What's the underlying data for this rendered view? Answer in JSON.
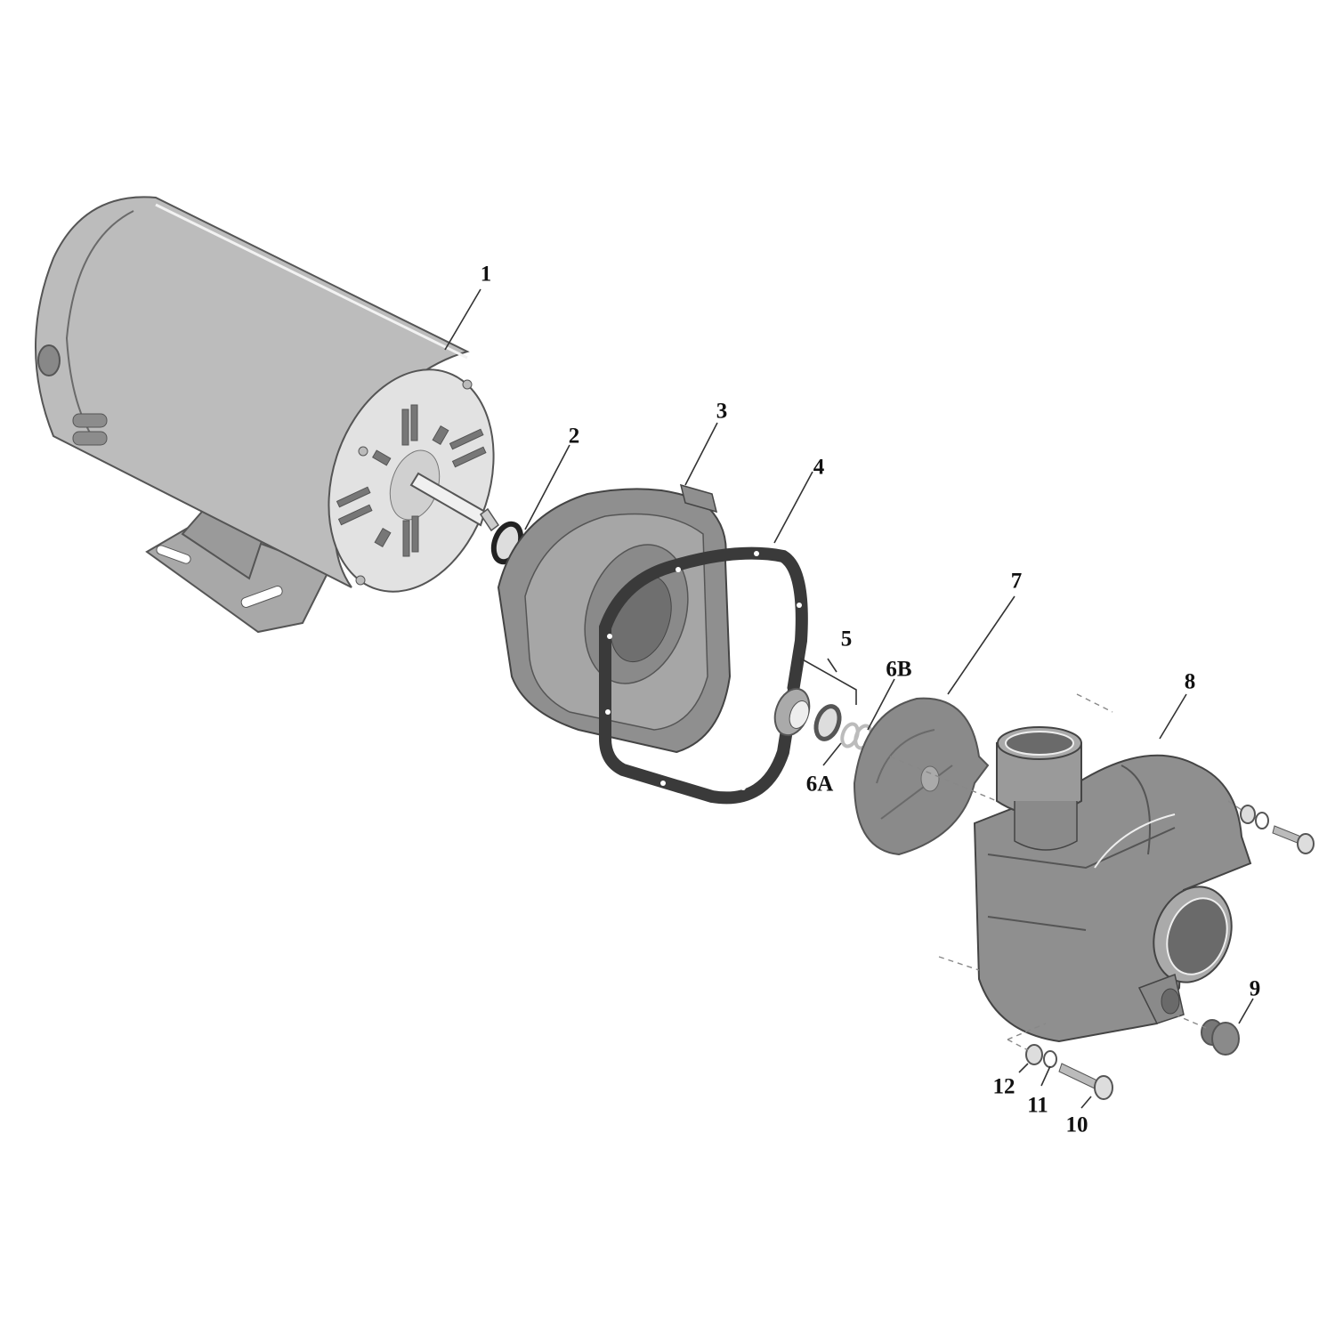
{
  "diagram": {
    "type": "exploded-parts-view",
    "subject": "centrifugal pump assembly",
    "colors": {
      "background": "#ffffff",
      "motor_body": "#b9b9b9",
      "motor_end_plate": "#e2e2e2",
      "housing": "#8f8f8f",
      "gasket": "#3a3a3a",
      "impeller": "#8a8a8a",
      "label_text": "#111111"
    },
    "parts": [
      {
        "id": "1",
        "label": "1",
        "name": "motor"
      },
      {
        "id": "2",
        "label": "2",
        "name": "shaft seal ring"
      },
      {
        "id": "3",
        "label": "3",
        "name": "seal plate / bracket"
      },
      {
        "id": "4",
        "label": "4",
        "name": "gasket"
      },
      {
        "id": "5",
        "label": "5",
        "name": "mechanical seal assembly"
      },
      {
        "id": "6A",
        "label": "6A",
        "name": "washer"
      },
      {
        "id": "6B",
        "label": "6B",
        "name": "washer"
      },
      {
        "id": "7",
        "label": "7",
        "name": "impeller"
      },
      {
        "id": "8",
        "label": "8",
        "name": "pump housing"
      },
      {
        "id": "9",
        "label": "9",
        "name": "drain plug"
      },
      {
        "id": "10",
        "label": "10",
        "name": "bolt"
      },
      {
        "id": "11",
        "label": "11",
        "name": "lock washer"
      },
      {
        "id": "12",
        "label": "12",
        "name": "flat washer"
      }
    ]
  }
}
